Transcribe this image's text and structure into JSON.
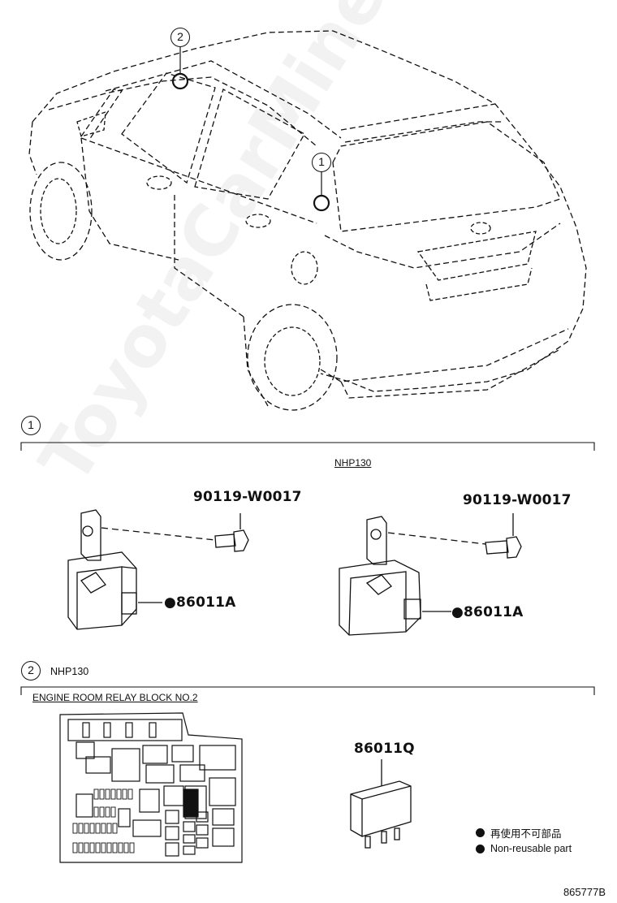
{
  "callouts": {
    "one": "1",
    "two": "2"
  },
  "section1": {
    "model_label": "NHP130",
    "bolt_left": "90119-W0017",
    "bolt_right": "90119-W0017",
    "relay_left": "●86011A",
    "relay_right": "●86011A"
  },
  "section2": {
    "model_label": "NHP130",
    "block_title": "ENGINE ROOM RELAY BLOCK NO.2",
    "relay_part": "86011Q"
  },
  "legend": {
    "jp": "再使用不可部品",
    "en": "Non-reusable part"
  },
  "watermark": "ToyotaCarMine.ru",
  "diagram_ref": "865777B",
  "colors": {
    "line": "#111111",
    "background": "#ffffff"
  }
}
